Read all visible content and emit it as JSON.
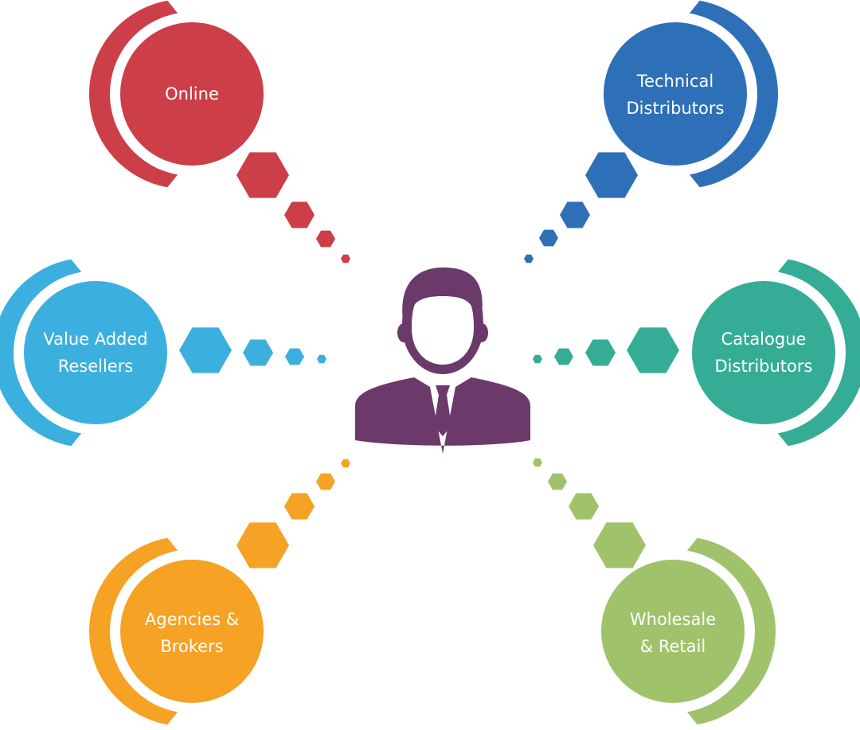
{
  "diagram": {
    "center": {
      "icon": "businessman-icon",
      "color": "#6b3a6b"
    },
    "nodes": [
      {
        "id": "online",
        "label": "Online",
        "color": "#cc3f48",
        "icon": "circle"
      },
      {
        "id": "technical-distributors",
        "label": "Technical\nDistributors",
        "color": "#2e70b8"
      },
      {
        "id": "value-added-resellers",
        "label": "Value Added\nResellers",
        "color": "#3bb0de"
      },
      {
        "id": "catalogue-distributors",
        "label": "Catalogue\nDistributors",
        "color": "#35ad96"
      },
      {
        "id": "agencies-brokers",
        "label": "Agencies &\nBrokers",
        "color": "#f6a225"
      },
      {
        "id": "wholesale-retail",
        "label": "Wholesale\n& Retail",
        "color": "#a0c26a"
      }
    ],
    "connector_shape": "hexagon"
  }
}
